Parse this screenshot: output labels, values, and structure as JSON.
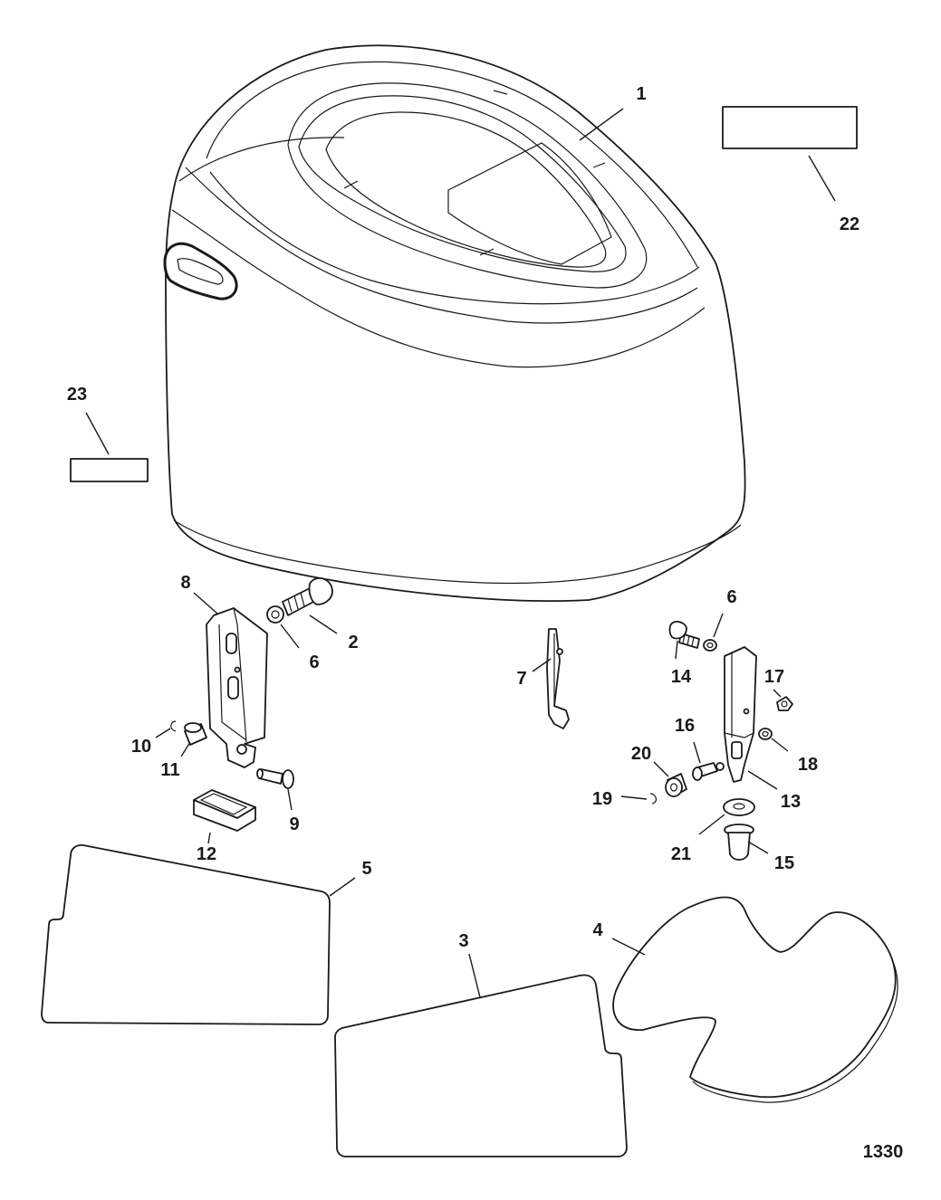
{
  "figure_number": "1330",
  "callouts": {
    "c1": "1",
    "c2": "2",
    "c3": "3",
    "c4": "4",
    "c5": "5",
    "c6a": "6",
    "c6b": "6",
    "c7": "7",
    "c8": "8",
    "c9": "9",
    "c10": "10",
    "c11": "11",
    "c12": "12",
    "c13": "13",
    "c14": "14",
    "c15": "15",
    "c16": "16",
    "c17": "17",
    "c18": "18",
    "c19": "19",
    "c20": "20",
    "c21": "21",
    "c22": "22",
    "c23": "23"
  }
}
